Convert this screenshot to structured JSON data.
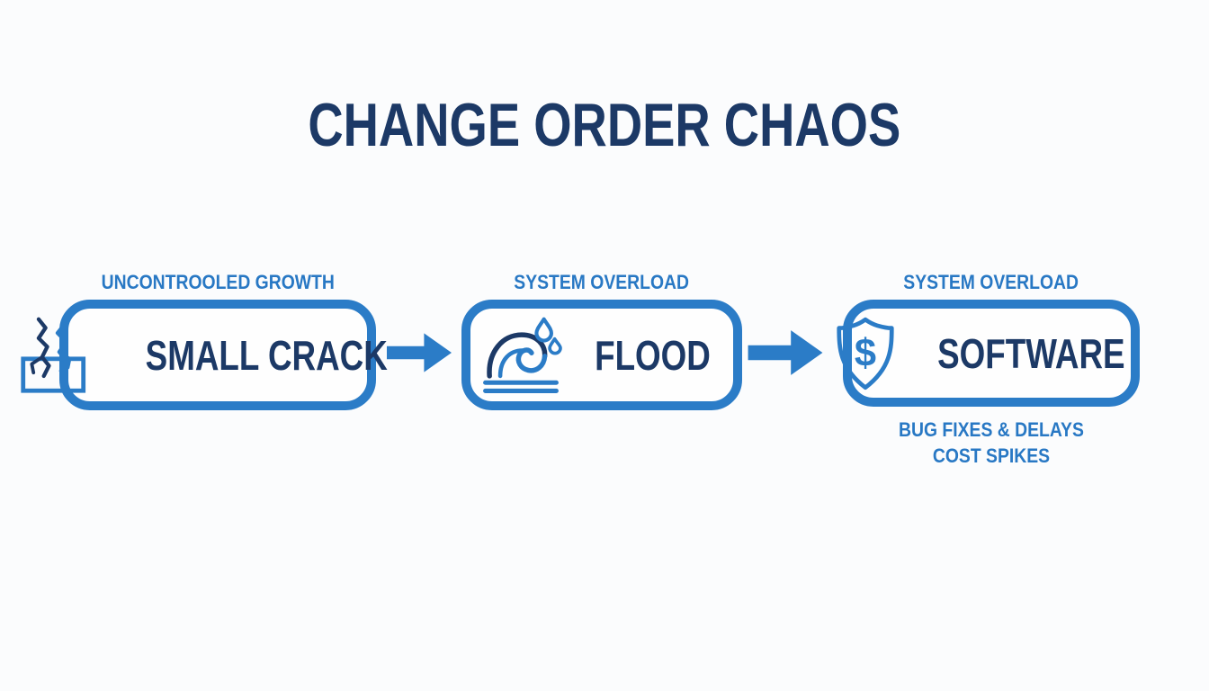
{
  "title": "CHANGE ORDER CHAOS",
  "colors": {
    "accent_blue": "#2b7cc7",
    "navy": "#1c3966",
    "label_blue": "#2878c4",
    "background": "#fbfcfd"
  },
  "flow": {
    "steps": [
      {
        "top_label": "UNCONTROOLED GROWTH",
        "label": "SMALL CRACK",
        "icon": "crack-icon"
      },
      {
        "top_label": "SYSTEM OVERLOAD",
        "label": "FLOOD",
        "icon": "wave-flood-icon"
      },
      {
        "top_label": "SYSTEM OVERLOAD",
        "label": "SOFTWARE",
        "icon": "shield-dollar-icon",
        "icon_glyph": "$",
        "bottom_labels": [
          "BUG FIXES & DELAYS",
          "COST SPIKES"
        ]
      }
    ],
    "connectors": [
      "arrow-right",
      "arrow-right"
    ]
  }
}
